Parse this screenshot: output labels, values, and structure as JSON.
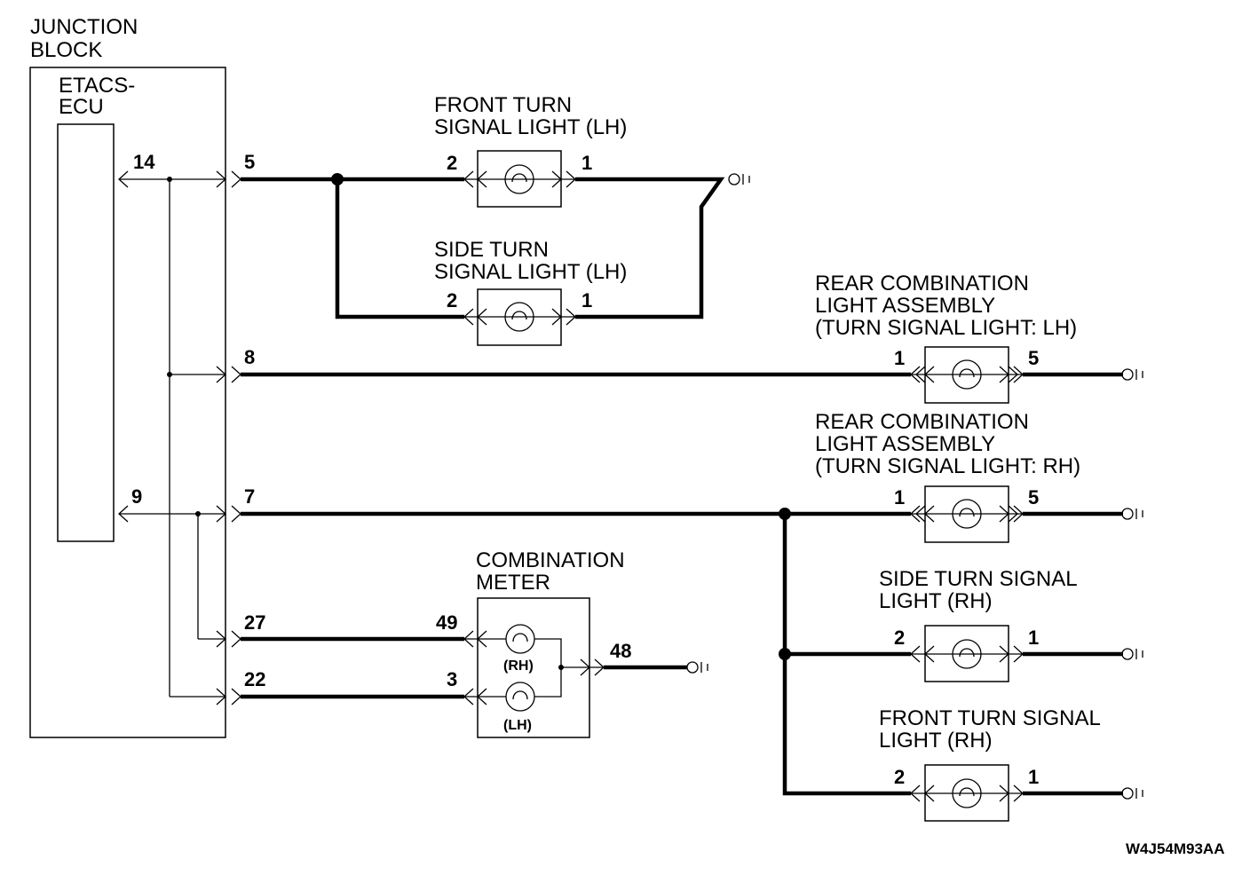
{
  "junction_block": {
    "title_line1": "JUNCTION",
    "title_line2": "BLOCK",
    "ecu_line1": "ETACS-",
    "ecu_line2": "ECU",
    "pins": {
      "ecu_top": "14",
      "ecu_bottom": "9",
      "p5": "5",
      "p8": "8",
      "p7": "7",
      "p27": "27",
      "p22": "22"
    }
  },
  "components": {
    "front_lh": {
      "line1": "FRONT TURN",
      "line2": "SIGNAL LIGHT (LH)",
      "pin_in": "2",
      "pin_out": "1"
    },
    "side_lh": {
      "line1": "SIDE TURN",
      "line2": "SIGNAL LIGHT (LH)",
      "pin_in": "2",
      "pin_out": "1"
    },
    "rear_lh": {
      "line1": "REAR COMBINATION",
      "line2": "LIGHT ASSEMBLY",
      "line3": "(TURN SIGNAL LIGHT: LH)",
      "pin_in": "1",
      "pin_out": "5"
    },
    "rear_rh": {
      "line1": "REAR COMBINATION",
      "line2": "LIGHT ASSEMBLY",
      "line3": "(TURN SIGNAL LIGHT: RH)",
      "pin_in": "1",
      "pin_out": "5"
    },
    "side_rh": {
      "line1": "SIDE TURN SIGNAL",
      "line2": "LIGHT (RH)",
      "pin_in": "2",
      "pin_out": "1"
    },
    "front_rh": {
      "line1": "FRONT TURN SIGNAL",
      "line2": "LIGHT (RH)",
      "pin_in": "2",
      "pin_out": "1"
    },
    "meter": {
      "line1": "COMBINATION",
      "line2": "METER",
      "pin_rh": "49",
      "pin_lh": "3",
      "pin_gnd": "48",
      "lamp_rh": "(RH)",
      "lamp_lh": "(LH)"
    }
  },
  "diagram_code": "W4J54M93AA"
}
